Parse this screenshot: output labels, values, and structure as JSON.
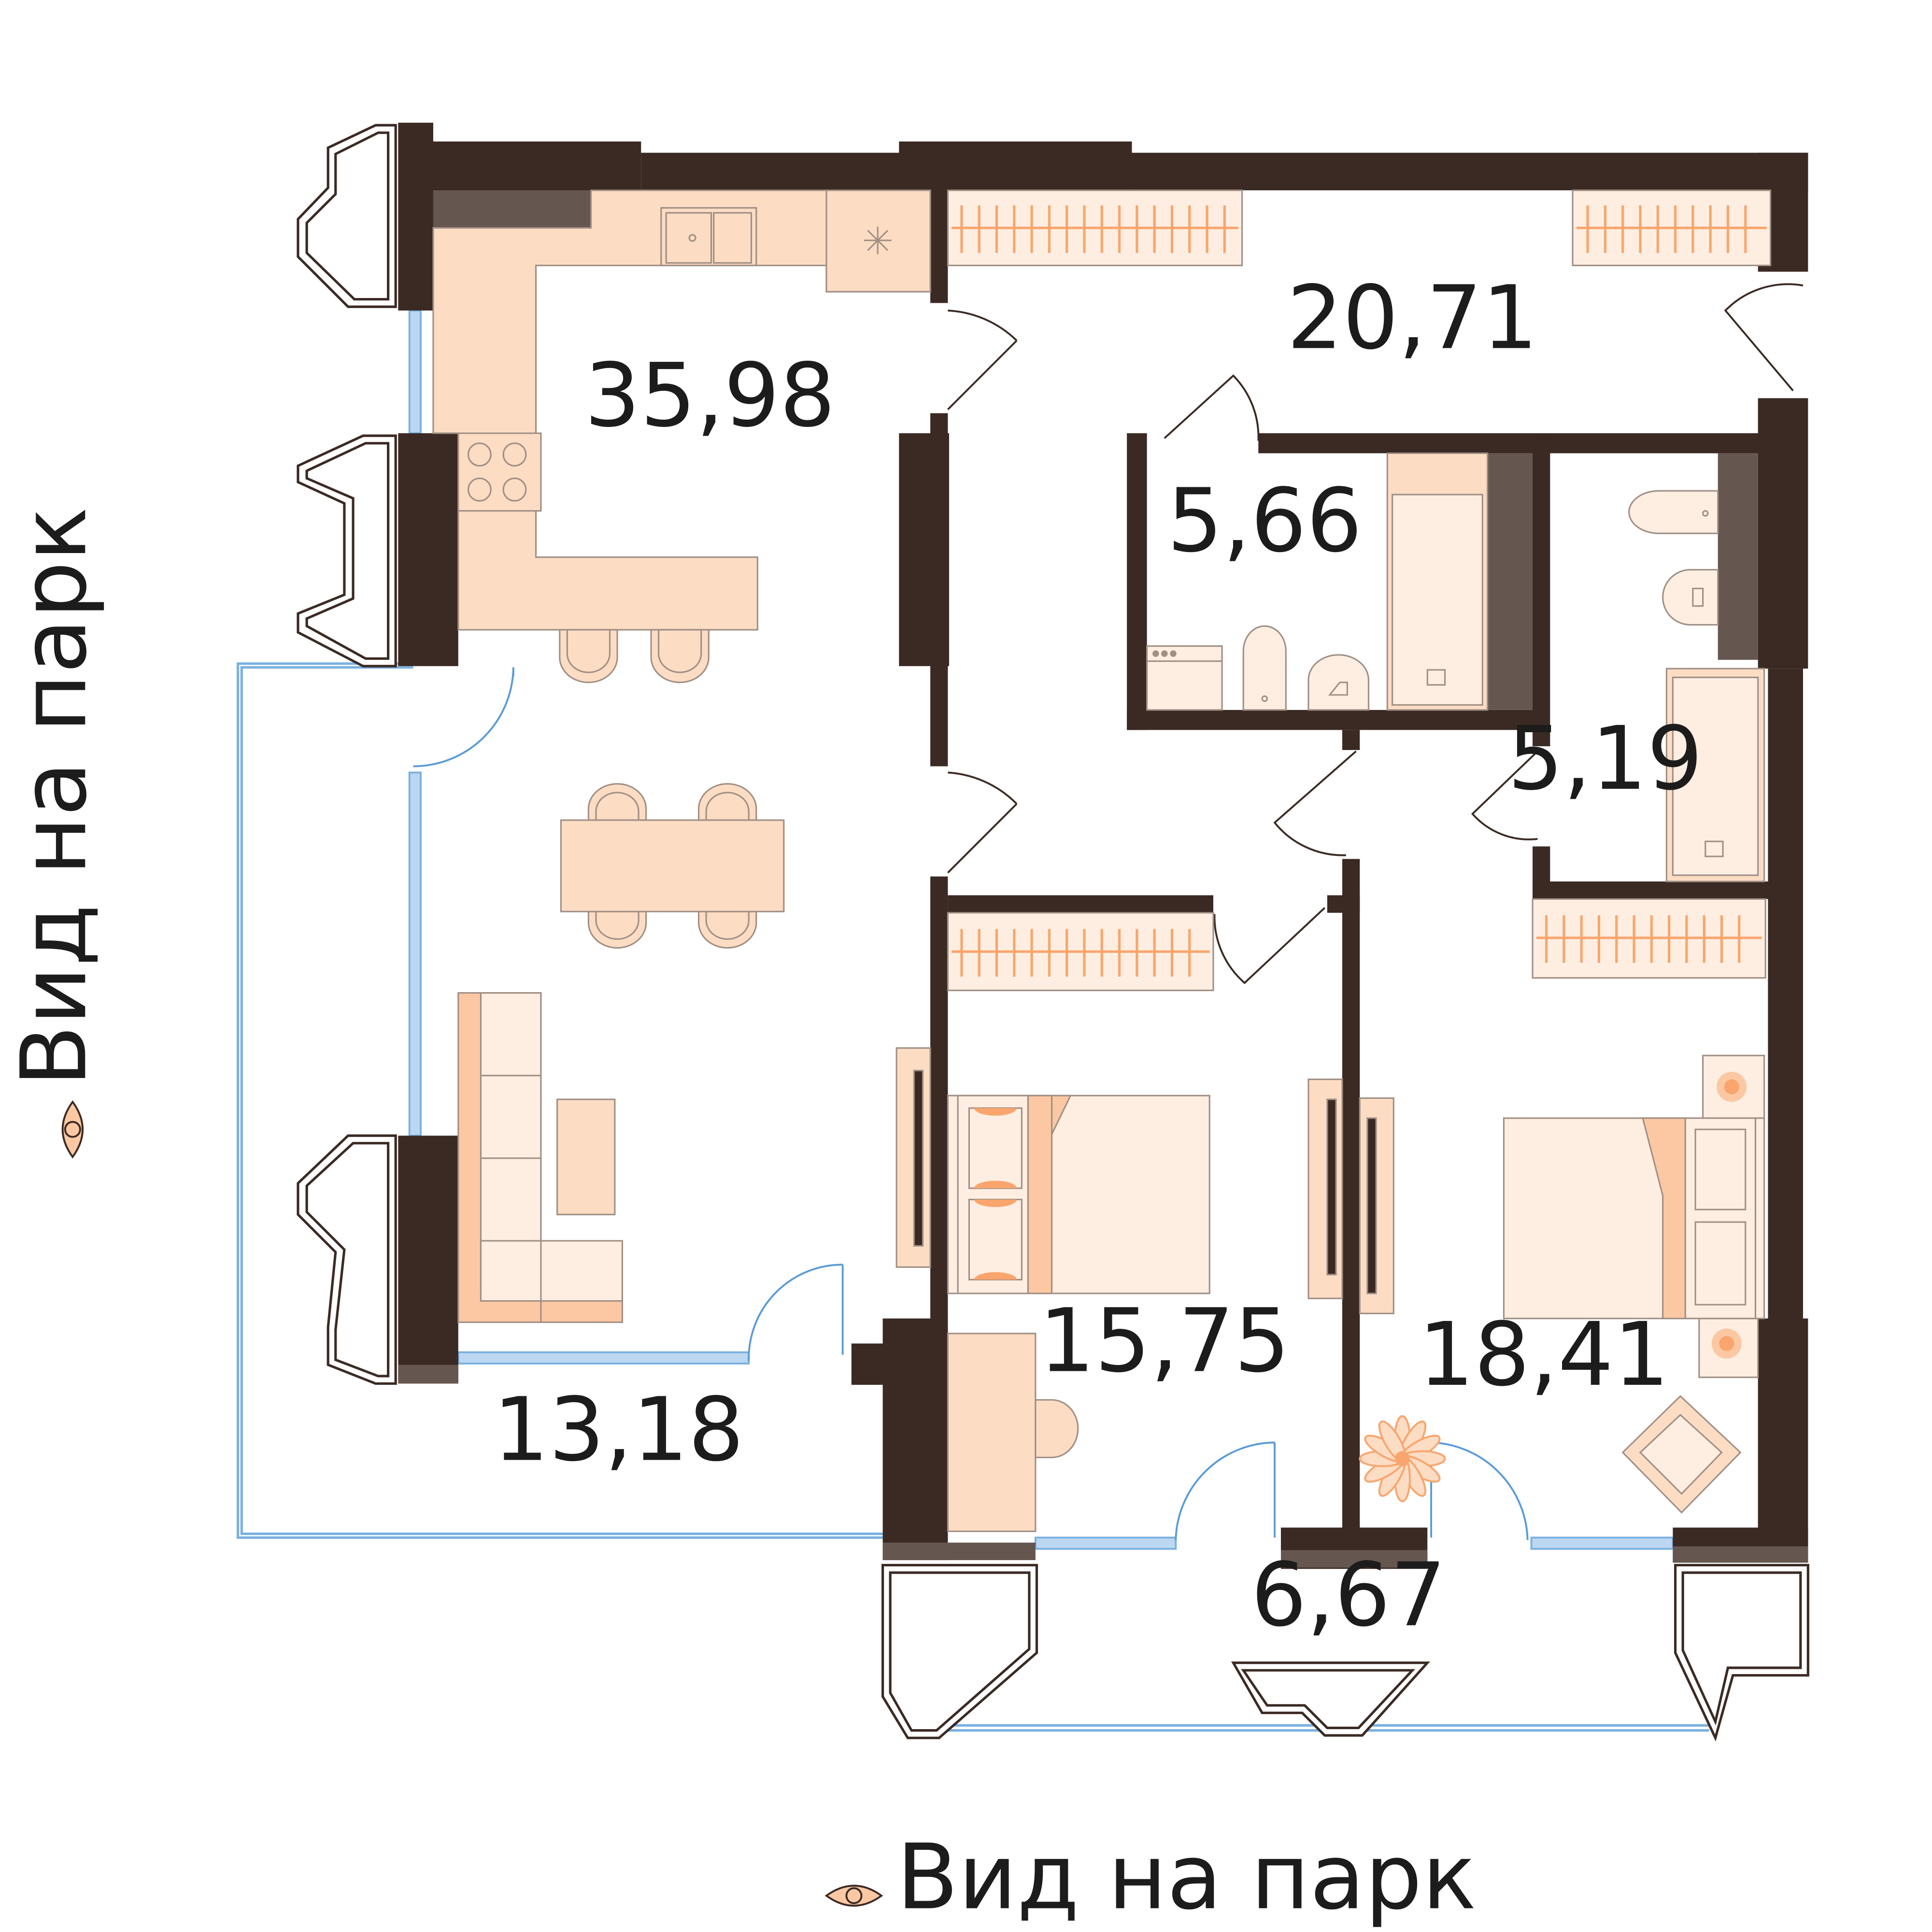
{
  "colors": {
    "wall": "#3b2a24",
    "wall_inner": "#655750",
    "furniture": "#fcdcc3",
    "furniture_light": "#fdeee1",
    "furniture_mid": "#fbc8a3",
    "stroke": "#a08f85",
    "accent": "#f9a56d",
    "glass": "#7ab1e0",
    "glass_fill": "#bcd7f2"
  },
  "rooms": {
    "living_kitchen": {
      "area": "35,98"
    },
    "hall": {
      "area": "20,71"
    },
    "bathroom": {
      "area": "5,66"
    },
    "wc": {
      "area": "5,19"
    },
    "bedroom_1": {
      "area": "15,75"
    },
    "bedroom_2": {
      "area": "18,41"
    },
    "terrace": {
      "area": "13,18"
    },
    "balcony": {
      "area": "6,67"
    }
  },
  "view_markers": {
    "left": {
      "label": "Вид на парк",
      "icon": "eye-icon"
    },
    "bottom": {
      "label": "Вид на парк",
      "icon": "eye-icon"
    }
  }
}
